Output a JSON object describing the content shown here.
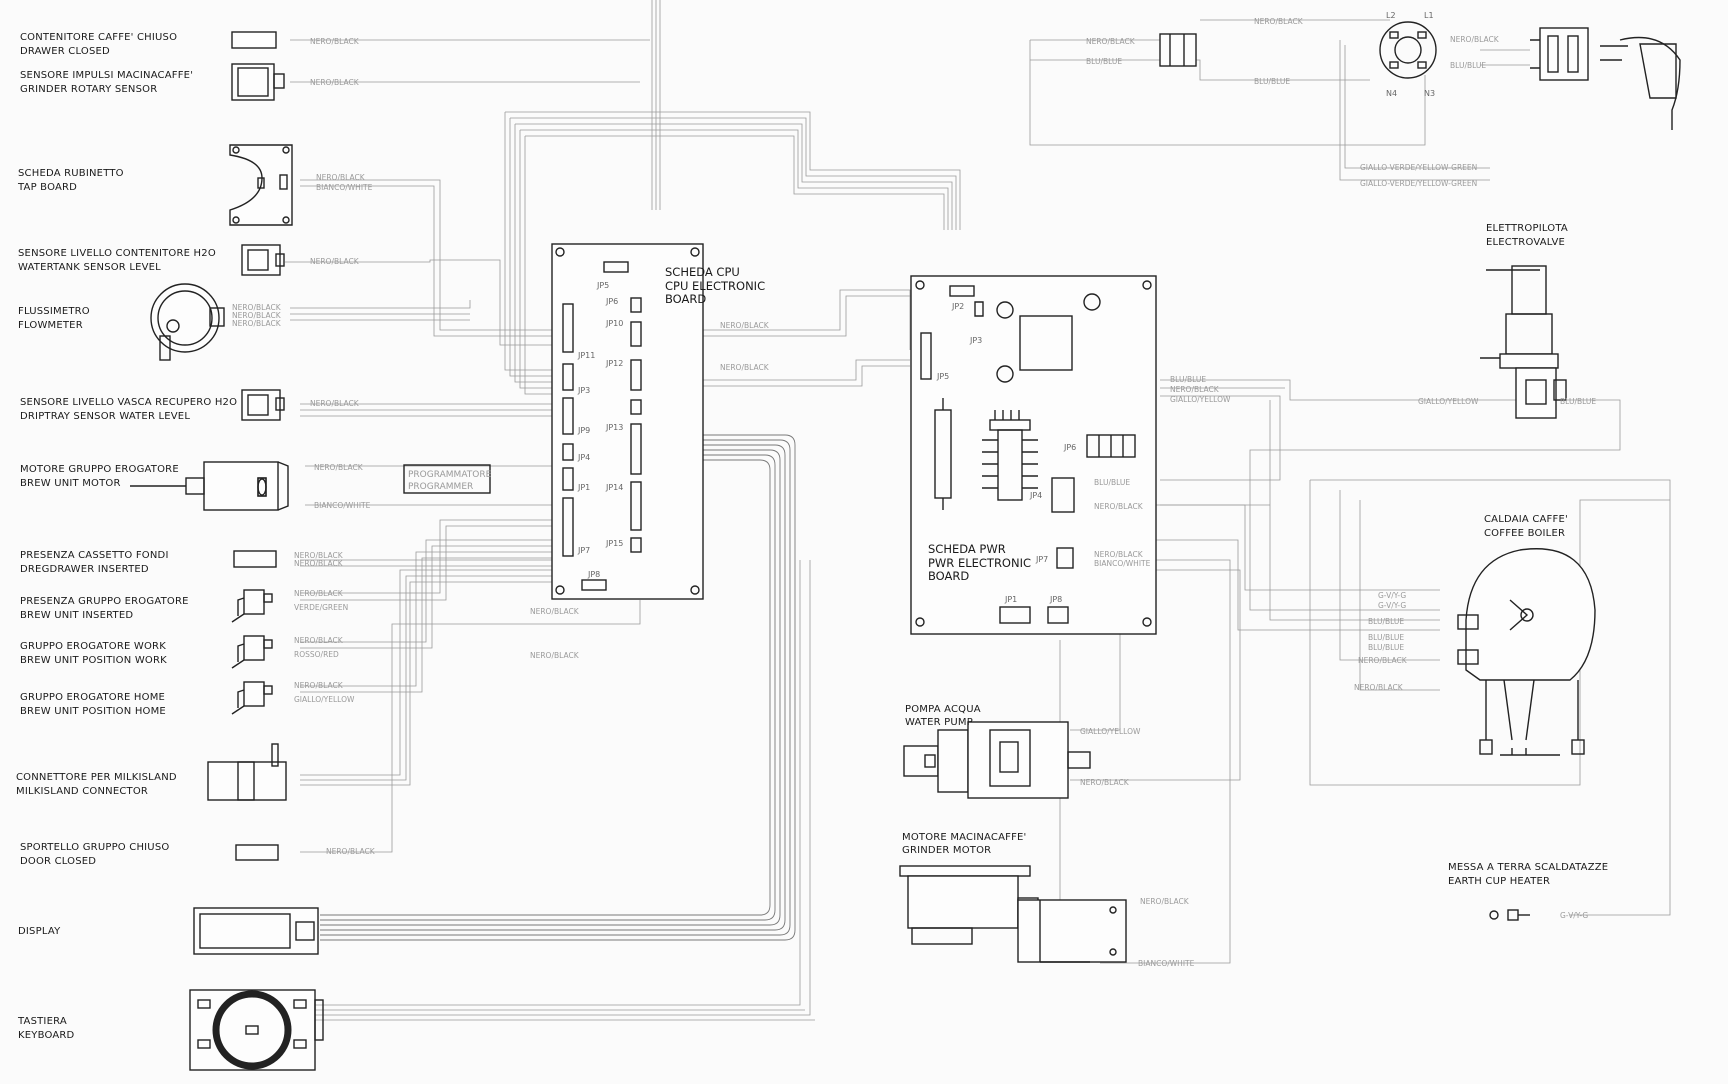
{
  "components": [
    {
      "id": "drawer",
      "it": "CONTENITORE CAFFE' CHIUSO",
      "en": "DRAWER CLOSED"
    },
    {
      "id": "grinder-sensor",
      "it": "SENSORE IMPULSI MACINACAFFE'",
      "en": "GRINDER ROTARY SENSOR"
    },
    {
      "id": "tap",
      "it": "SCHEDA RUBINETTO",
      "en": "TAP BOARD"
    },
    {
      "id": "watertank",
      "it": "SENSORE LIVELLO CONTENITORE H2O",
      "en": "WATERTANK SENSOR LEVEL"
    },
    {
      "id": "flow",
      "it": "FLUSSIMETRO",
      "en": "FLOWMETER"
    },
    {
      "id": "driptray",
      "it": "SENSORE LIVELLO VASCA RECUPERO H2O",
      "en": "DRIPTRAY SENSOR WATER LEVEL"
    },
    {
      "id": "brewmotor",
      "it": "MOTORE GRUPPO EROGATORE",
      "en": "BREW UNIT MOTOR"
    },
    {
      "id": "dreg",
      "it": "PRESENZA CASSETTO FONDI",
      "en": "DREGDRAWER INSERTED"
    },
    {
      "id": "brewins",
      "it": "PRESENZA GRUPPO EROGATORE",
      "en": "BREW UNIT INSERTED"
    },
    {
      "id": "work",
      "it": "GRUPPO EROGATORE WORK",
      "en": "BREW UNIT POSITION WORK"
    },
    {
      "id": "home",
      "it": "GRUPPO EROGATORE HOME",
      "en": "BREW UNIT POSITION HOME"
    },
    {
      "id": "milk",
      "it": "CONNETTORE PER MILKISLAND",
      "en": "MILKISLAND CONNECTOR"
    },
    {
      "id": "door",
      "it": "SPORTELLO GRUPPO CHIUSO",
      "en": "DOOR CLOSED"
    },
    {
      "id": "display",
      "it": "DISPLAY",
      "en": ""
    },
    {
      "id": "keyboard",
      "it": "TASTIERA",
      "en": "KEYBOARD"
    }
  ],
  "boards": {
    "cpu": {
      "l1": "SCHEDA CPU",
      "l2": "CPU ELECTRONIC",
      "l3": "BOARD"
    },
    "pwr": {
      "l1": "SCHEDA PWR",
      "l2": "PWR ELECTRONIC",
      "l3": "BOARD"
    },
    "programmer": {
      "l1": "PROGRAMMATORE",
      "l2": "PROGRAMMER"
    }
  },
  "right_components": {
    "valve": {
      "l1": "ELETTROPILOTA",
      "l2": "ELECTROVALVE"
    },
    "boiler": {
      "l1": "CALDAIA CAFFE'",
      "l2": "COFFEE BOILER"
    },
    "pump": {
      "l1": "POMPA ACQUA",
      "l2": "WATER PUMP"
    },
    "grinder": {
      "l1": "MOTORE MACINACAFFE'",
      "l2": "GRINDER MOTOR"
    },
    "earth": {
      "l1": "MESSA A TERRA SCALDATAZZE",
      "l2": "EARTH CUP HEATER"
    }
  },
  "wire_labels": {
    "nero": "NERO/BLACK",
    "blu": "BLU/BLUE",
    "bianco": "BIANCO/WHITE",
    "giallo": "GIALLO/YELLOW",
    "verde": "VERDE/GREEN",
    "rosso": "ROSSO/RED",
    "gvg": "GIALLO-VERDE/YELLOW-GREEN",
    "gvg_short": "G-V/Y-G"
  },
  "connectors": {
    "cpu": [
      "JP5",
      "JP11",
      "JP3",
      "JP9",
      "JP4",
      "JP1",
      "JP7",
      "JP8",
      "JP6",
      "JP10",
      "JP12",
      "JP13",
      "JP14",
      "JP15"
    ],
    "pwr": [
      "JP2",
      "JP3",
      "JP5",
      "JP6",
      "JP4",
      "JP7",
      "JP1",
      "JP8"
    ],
    "plug": [
      "L2",
      "L1",
      "N4",
      "N3"
    ]
  }
}
